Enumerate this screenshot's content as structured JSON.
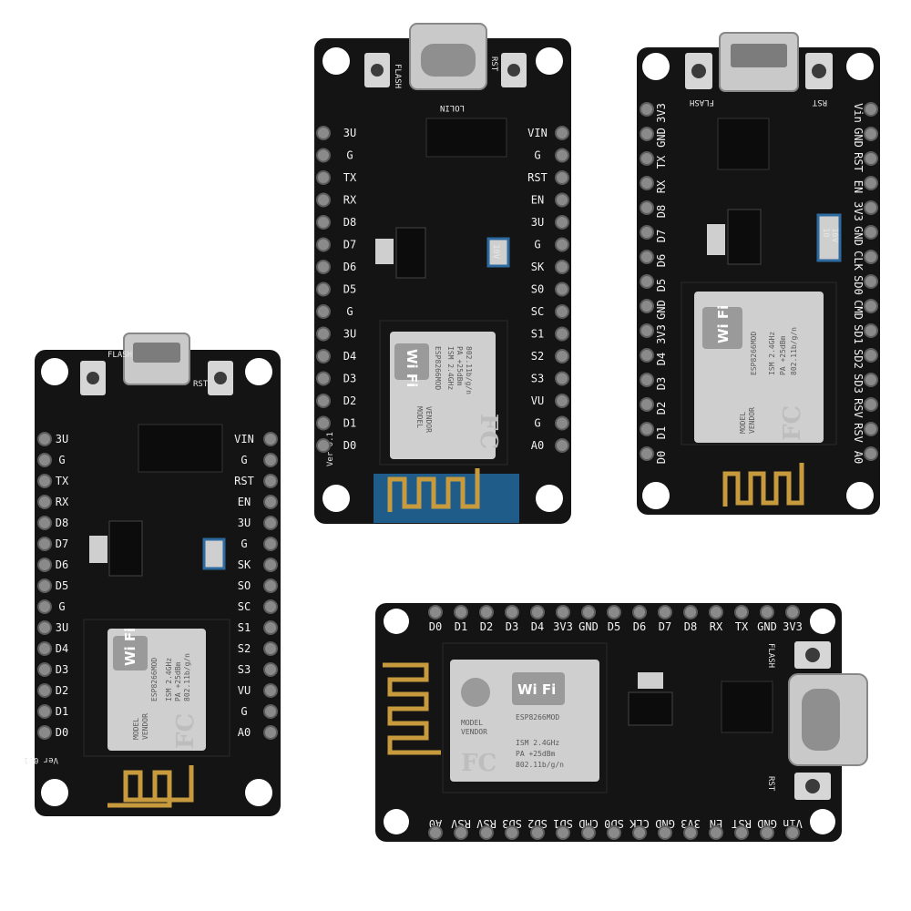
{
  "colors": {
    "background": "#ffffff",
    "pcb_black": "#141414",
    "pcb_blue": "#1f5c8a",
    "silkscreen": "#f2f2f2",
    "shield": "#cfcfcf",
    "antenna_gold": "#c79a3e",
    "header_pin": "#8a8a8a"
  },
  "board_a": {
    "btn_left": "FLASH",
    "btn_right": "RST",
    "left_pins": [
      "3U",
      "G",
      "TX",
      "RX",
      "D8",
      "D7",
      "D6",
      "D5",
      "G",
      "3U",
      "D4",
      "D3",
      "D2",
      "D1",
      "D0"
    ],
    "right_pins": [
      "VIN",
      "G",
      "RST",
      "EN",
      "3U",
      "G",
      "SK",
      "SO",
      "SC",
      "S1",
      "S2",
      "S3",
      "VU",
      "G",
      "A0"
    ],
    "version": "Ver 0.1",
    "module": {
      "wifi": "Wi Fi",
      "name": "ESP8266MOD",
      "fc": "FC",
      "model": "MODEL",
      "vendor": "VENDOR",
      "spec1": "ISM 2.4GHz",
      "spec2": "PA +25dBm",
      "spec3": "802.11b/g/n"
    }
  },
  "board_b": {
    "btn_left": "FLASH",
    "btn_right": "RST",
    "chip": "LOLIN",
    "left_pins": [
      "3U",
      "G",
      "TX",
      "RX",
      "D8",
      "D7",
      "D6",
      "D5",
      "G",
      "3U",
      "D4",
      "D3",
      "D2",
      "D1",
      "D0"
    ],
    "right_pins": [
      "VIN",
      "G",
      "RST",
      "EN",
      "3U",
      "G",
      "SK",
      "S0",
      "SC",
      "S1",
      "S2",
      "S3",
      "VU",
      "G",
      "A0"
    ],
    "version": "Ver 0.1",
    "cap_label": "10V",
    "module": {
      "wifi": "Wi Fi",
      "name": "ESP8266MOD",
      "fc": "FC",
      "model": "MODEL",
      "vendor": "VENDOR",
      "spec1": "ISM 2.4GHz",
      "spec2": "PA +25dBm",
      "spec3": "802.11b/g/n"
    }
  },
  "board_c": {
    "btn_left": "FLASH",
    "btn_right": "RST",
    "left_pins": [
      "3V3",
      "GND",
      "TX",
      "RX",
      "D8",
      "D7",
      "D6",
      "D5",
      "GND",
      "3V3",
      "D4",
      "D3",
      "D2",
      "D1",
      "D0"
    ],
    "right_pins": [
      "Vin",
      "GND",
      "RST",
      "EN",
      "3V3",
      "GND",
      "CLK",
      "SD0",
      "CMD",
      "SD1",
      "SD2",
      "SD3",
      "RSV",
      "RSV",
      "A0"
    ],
    "cap_label_1": "10",
    "cap_label_2": "16V",
    "module": {
      "wifi": "Wi Fi",
      "name": "ESP8266MOD",
      "fc": "FC",
      "model": "MODEL",
      "vendor": "VENDOR",
      "spec1": "ISM 2.4GHz",
      "spec2": "PA +25dBm",
      "spec3": "802.11b/g/n"
    }
  },
  "board_d": {
    "btn_top": "FLASH",
    "btn_bottom": "RST",
    "top_pins": [
      "D0",
      "D1",
      "D2",
      "D3",
      "D4",
      "3V3",
      "GND",
      "D5",
      "D6",
      "D7",
      "D8",
      "RX",
      "TX",
      "GND",
      "3V3"
    ],
    "bottom_pins": [
      "A0",
      "RSV",
      "RSV",
      "SD3",
      "SD2",
      "SD1",
      "CMD",
      "SD0",
      "CLK",
      "GND",
      "3V3",
      "EN",
      "RST",
      "GND",
      "Vin"
    ],
    "module": {
      "wifi": "Wi Fi",
      "name": "ESP8266MOD",
      "fc": "FC",
      "model": "MODEL",
      "vendor": "VENDOR",
      "spec1": "ISM 2.4GHz",
      "spec2": "PA +25dBm",
      "spec3": "802.11b/g/n"
    }
  }
}
